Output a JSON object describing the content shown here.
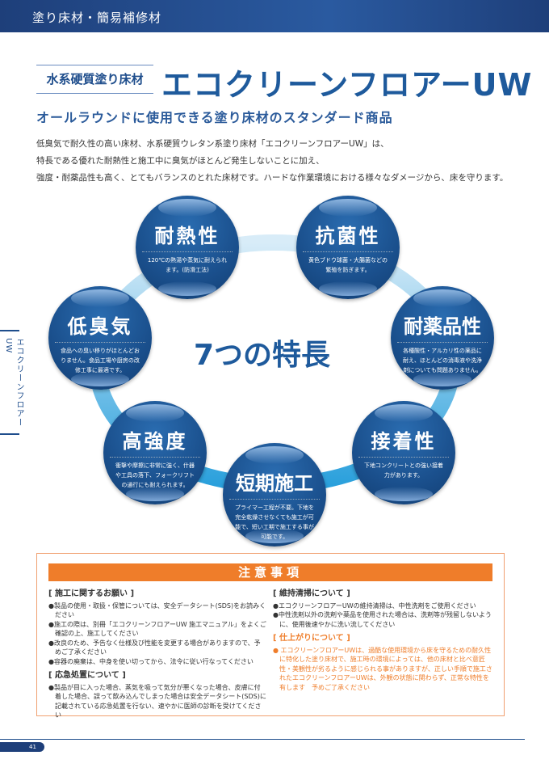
{
  "header": {
    "section": "塗り床材・簡易補修材"
  },
  "title": {
    "category": "水系硬質塗り床材",
    "product": "エコクリーンフロアーUW",
    "subtitle": "オールラウンドに使用できる塗り床材のスタンダード商品"
  },
  "intro": [
    "低臭気で耐久性の高い床材、水系硬質ウレタン系塗り床材「エコクリーンフロアーUW」は、",
    "特長である優れた耐熱性と施工中に臭気がほとんど発生しないことに加え、",
    "強度・耐薬品性も高く、とてもバランスのとれた床材です。ハードな作業環境における様々なダメージから、床を守ります。"
  ],
  "side_tab": "エコクリーンフロアーUW",
  "features": {
    "center": "7つの特長",
    "items": [
      {
        "title": "耐熱性",
        "desc": "120℃の熱湯や蒸気に耐えられます。(防滑工法)"
      },
      {
        "title": "抗菌性",
        "desc": "黄色ブドウ球菌・大腸菌などの繁殖を防ぎます。"
      },
      {
        "title": "低臭気",
        "desc": "食品への臭い移りがほとんどおりません。食品工場や厨房の改修工事に最適です。"
      },
      {
        "title": "耐薬品性",
        "desc": "各種酸性・アルカリ性の薬品に耐え、ほとんどの消毒液や洗浄剤についても問題ありません。"
      },
      {
        "title": "高強度",
        "desc": "衝撃や摩擦に非常に強く、什器や工具の落下、フォークリフトの通行にも耐えられます。"
      },
      {
        "title": "短期施工",
        "desc": "プライマー工程が不要。下地を完全乾燥させなくても施工が可能で、短い工期で施工する事が可能です。"
      },
      {
        "title": "接着性",
        "desc": "下地コンクリートとの強い接着力があります。"
      }
    ]
  },
  "notice": {
    "title": "注意事項",
    "sections": [
      {
        "heading": "[ 施工に関するお願い ]",
        "items": [
          "●製品の使用・取扱・保管については、安全データシート(SDS)をお読みください",
          "●施工の際は、別冊「エコクリーンフロアーUW 施工マニュアル」をよくご確認の上、施工してください",
          "●改良のため、予告なく仕様及び性能を変更する場合がありますので、予めご了承ください",
          "●容器の廃棄は、中身を使い切ってから、法令に従い行なってください"
        ]
      },
      {
        "heading": "[ 応急処置について ]",
        "items": [
          "●製品が目に入った場合、蒸気を吸って気分が悪くなった場合、皮膚に付着した場合、誤って飲み込んでしまった場合は安全データシート(SDS)に記載されている応急処置を行ない、速やかに医師の診断を受けてください"
        ]
      },
      {
        "heading": "[ 維持清掃について ]",
        "items": [
          "●エコクリーンフロアーUWの維持清掃は、中性洗剤をご使用ください",
          "●中性洗剤以外の洗剤や薬品を使用された場合は、洗剤等が残留しないように、使用後速やかに洗い流してください"
        ]
      },
      {
        "heading": "[ 仕上がりについて ]",
        "items": [
          "● エコクリーンフロアーUWは、過酷な使用環境から床を守るための耐久性に特化した塗り床材で、施工時の環境によっては、他の床材と比べ意匠性・美観性が劣るように感じられる事がありますが、正しい手順で施工されたエコクリーンフロアーUWは、外観の状態に関わらず、正常な特性を有します　予めご了承ください"
        ]
      }
    ]
  },
  "footer": {
    "page": "41"
  }
}
